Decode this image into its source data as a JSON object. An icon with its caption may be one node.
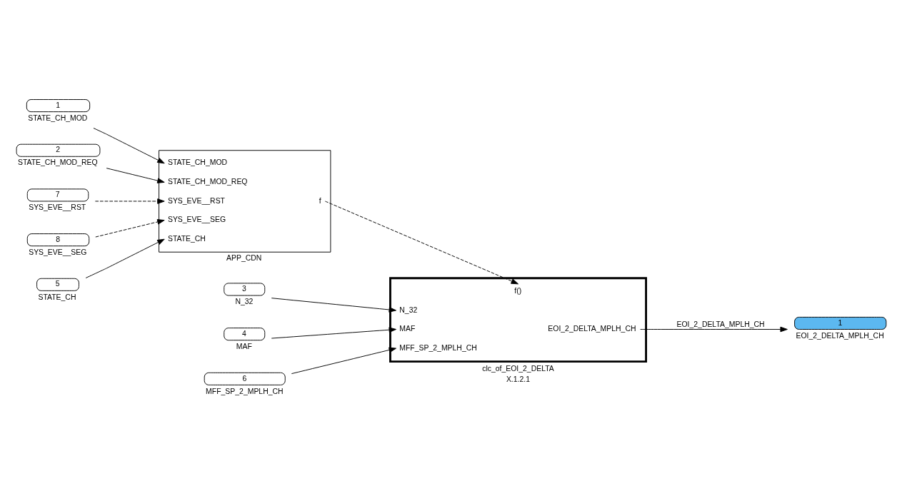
{
  "diagram": {
    "nodes": [
      {
        "text": [
          "1"
        ],
        "beside": [
          "STATE_CH_MOD"
        ]
      },
      {
        "text": [
          "2"
        ],
        "beside": [
          "STATE_CH_MOD_REQ"
        ]
      },
      {
        "text": [
          "7"
        ],
        "beside": [
          "SYS_EVE__RST"
        ]
      },
      {
        "text": [
          "8"
        ],
        "beside": [
          "SYS_EVE__SEG"
        ]
      },
      {
        "text": [
          "5"
        ],
        "beside": [
          "STATE_CH"
        ]
      },
      {
        "text": [
          "STATE_CH_MOD",
          "STATE_CH_MOD_REQ",
          "SYS_EVE__RST",
          "SYS_EVE__SEG",
          "STATE_CH",
          "f"
        ],
        "beside": [
          "APP_CDN"
        ]
      },
      {
        "text": [
          "3"
        ],
        "beside": [
          "N_32"
        ]
      },
      {
        "text": [
          "4"
        ],
        "beside": [
          "MAF"
        ]
      },
      {
        "text": [
          "6"
        ],
        "beside": [
          "MFF_SP_2_MPLH_CH"
        ]
      },
      {
        "text": [
          "f()",
          "N_32",
          "MAF",
          "MFF_SP_2_MPLH_CH",
          "EOI_2_DELTA_MPLH_CH"
        ],
        "beside": [
          "clc_of_EOI_2_DELTA",
          "X.1.2.1"
        ]
      },
      {
        "text": [
          "1"
        ],
        "beside": [
          "EOI_2_DELTA_MPLH_CH"
        ]
      }
    ],
    "edges": [
      {
        "from": 0,
        "to": 5,
        "arrow": "to"
      },
      {
        "from": 1,
        "to": 5,
        "arrow": "to"
      },
      {
        "from": 2,
        "to": 5,
        "arrow": "to",
        "style": "dashed"
      },
      {
        "from": 3,
        "to": 5,
        "arrow": "to",
        "style": "dashed"
      },
      {
        "from": 4,
        "to": 5,
        "arrow": "to"
      },
      {
        "from": 5,
        "to": 9,
        "arrow": "to",
        "style": "dashed"
      },
      {
        "from": 6,
        "to": 9,
        "arrow": "to"
      },
      {
        "from": 7,
        "to": 9,
        "arrow": "to"
      },
      {
        "from": 8,
        "to": 9,
        "arrow": "to"
      },
      {
        "from": 9,
        "to": 10,
        "arrow": "to",
        "label": "EOI_2_DELTA_MPLH_CH"
      }
    ]
  }
}
